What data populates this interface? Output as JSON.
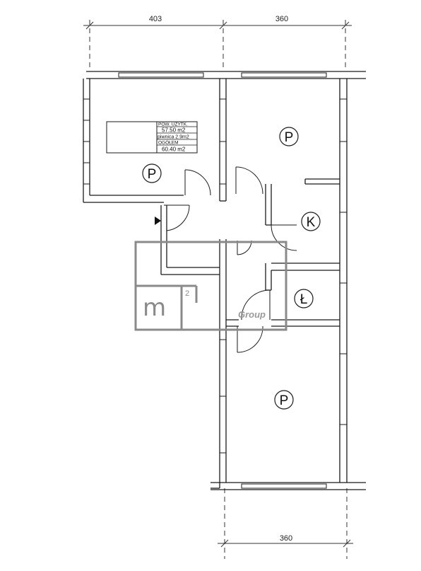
{
  "dimensions": {
    "top_left": "403",
    "top_right": "360",
    "bottom": "360"
  },
  "area_table": {
    "usable_label": "POW. UŻYTK.",
    "usable_value": "57.50 m2",
    "basement": "piwnica 2.9m2",
    "total_label": "OGÓŁEM",
    "total_value": "60.40 m2"
  },
  "rooms": {
    "room_left": "P",
    "room_top_right": "P",
    "kitchen": "K",
    "bathroom": "Ł",
    "room_bottom": "P"
  },
  "watermark": {
    "letter": "m",
    "superscript": "2",
    "word": "Group"
  },
  "colors": {
    "wall": "#1a1a1a",
    "watermark": "#8a8a8a"
  }
}
